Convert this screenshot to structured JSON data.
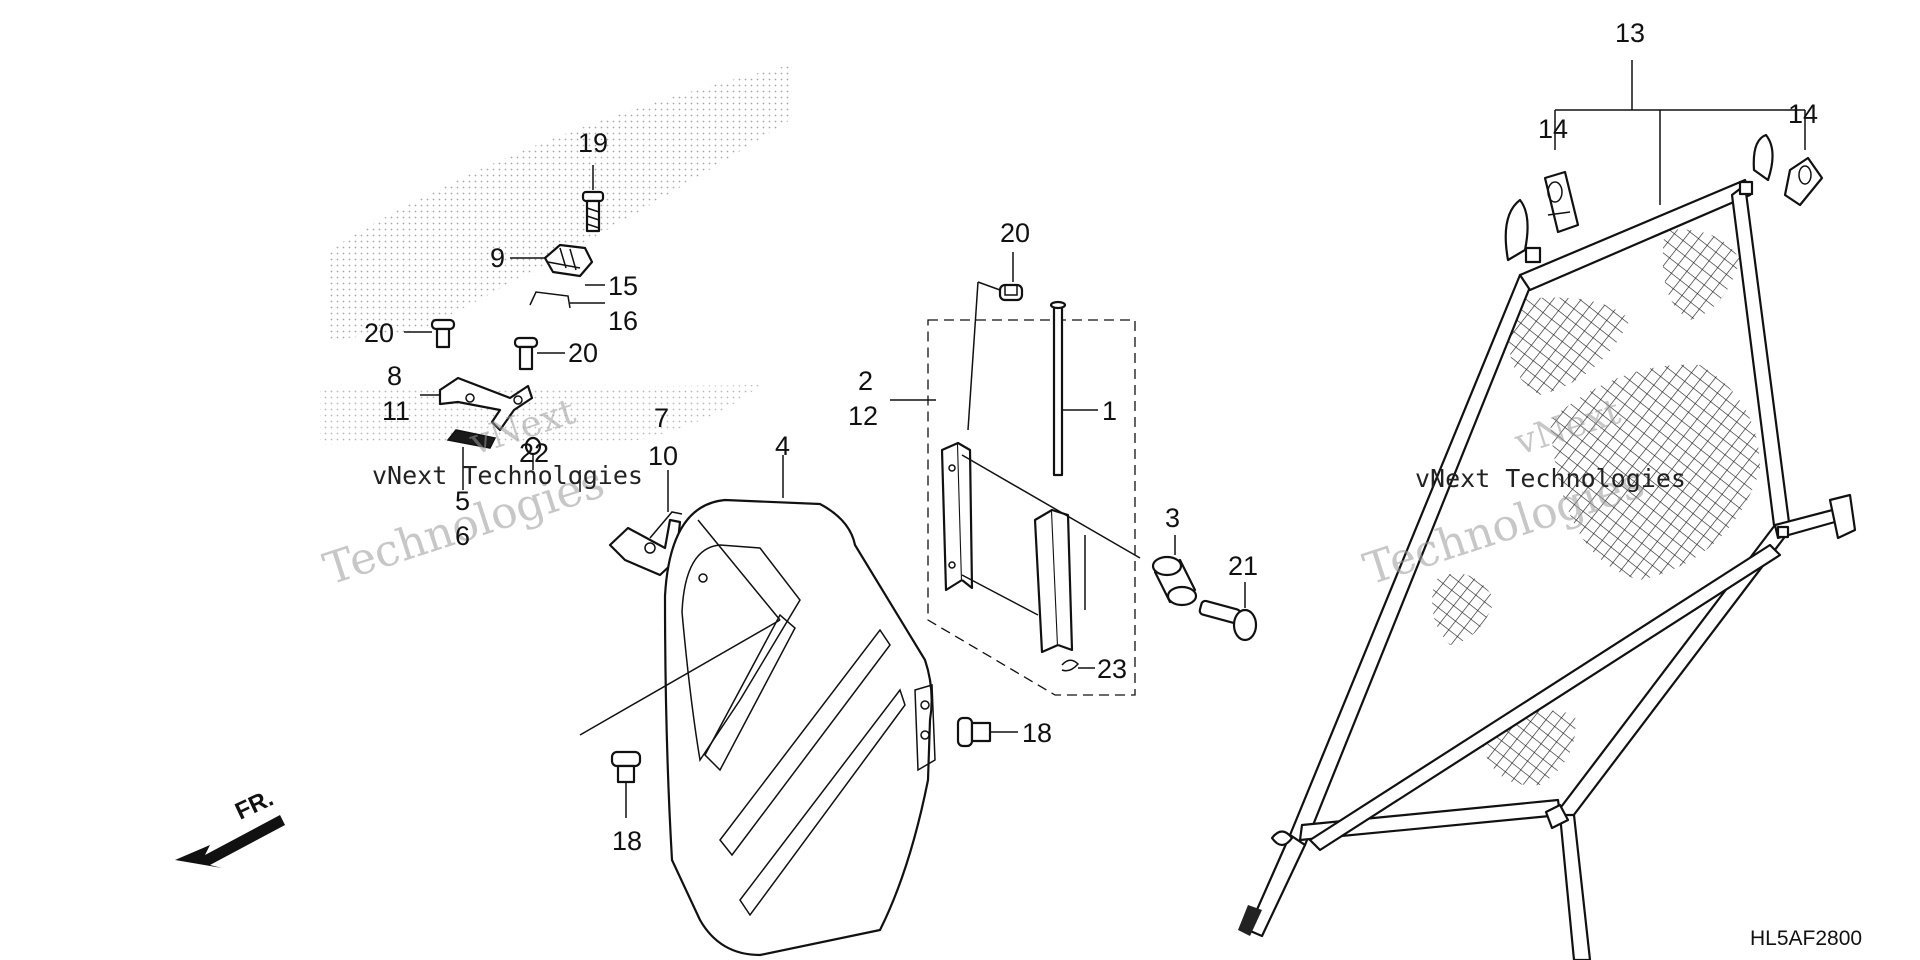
{
  "diagram_code": "HL5AF2800",
  "direction_label": "FR.",
  "watermark": {
    "line1": "vNext",
    "line2": "Technologies",
    "inline": "vNext Technologies"
  },
  "callouts": {
    "c1": "1",
    "c2": "2",
    "c3": "3",
    "c4": "4",
    "c5": "5",
    "c6": "6",
    "c7": "7",
    "c8": "8",
    "c9": "9",
    "c10": "10",
    "c11": "11",
    "c12": "12",
    "c13": "13",
    "c14a": "14",
    "c14b": "14",
    "c15": "15",
    "c16": "16",
    "c18a": "18",
    "c18b": "18",
    "c19": "19",
    "c20a": "20",
    "c20b": "20",
    "c20c": "20",
    "c21": "21",
    "c22": "22",
    "c23": "23"
  },
  "colors": {
    "line": "#111111",
    "watermark": "#9a9a9a",
    "background": "#ffffff"
  }
}
